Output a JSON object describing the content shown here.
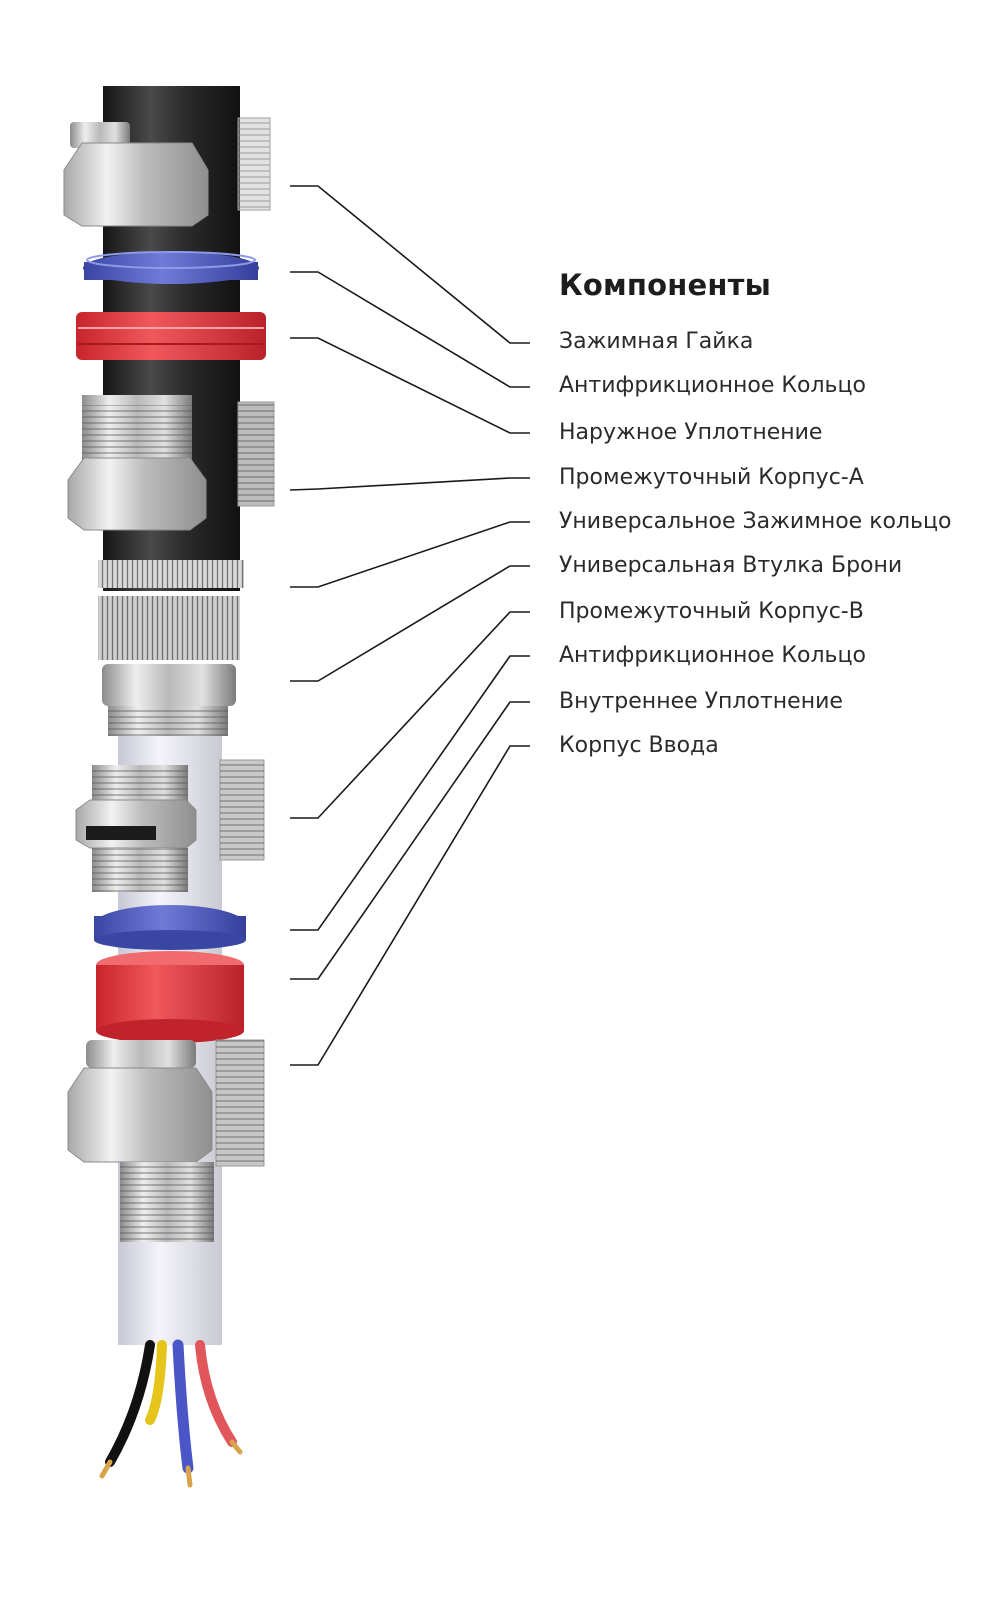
{
  "diagram": {
    "title": "Компоненты",
    "components": [
      "Зажимная Гайка",
      "Антифрикционное Кольцо",
      "Наружное Уплотнение",
      "Промежуточный Корпус-А",
      "Универсальное Зажимное кольцо",
      "Универсальная Втулка Брони",
      "Промежуточный Корпус-В",
      "Антифрикционное Кольцо",
      "Внутреннее Уплотнение",
      "Корпус Ввода"
    ]
  },
  "colors": {
    "cable_black": "#2a2a2a",
    "metal": "#c4c4c4",
    "seal_red": "#e03a3f",
    "ring_blue": "#4a56b8",
    "inner_sheath": "#e9e9f2",
    "leader": "#1a1a1a"
  }
}
